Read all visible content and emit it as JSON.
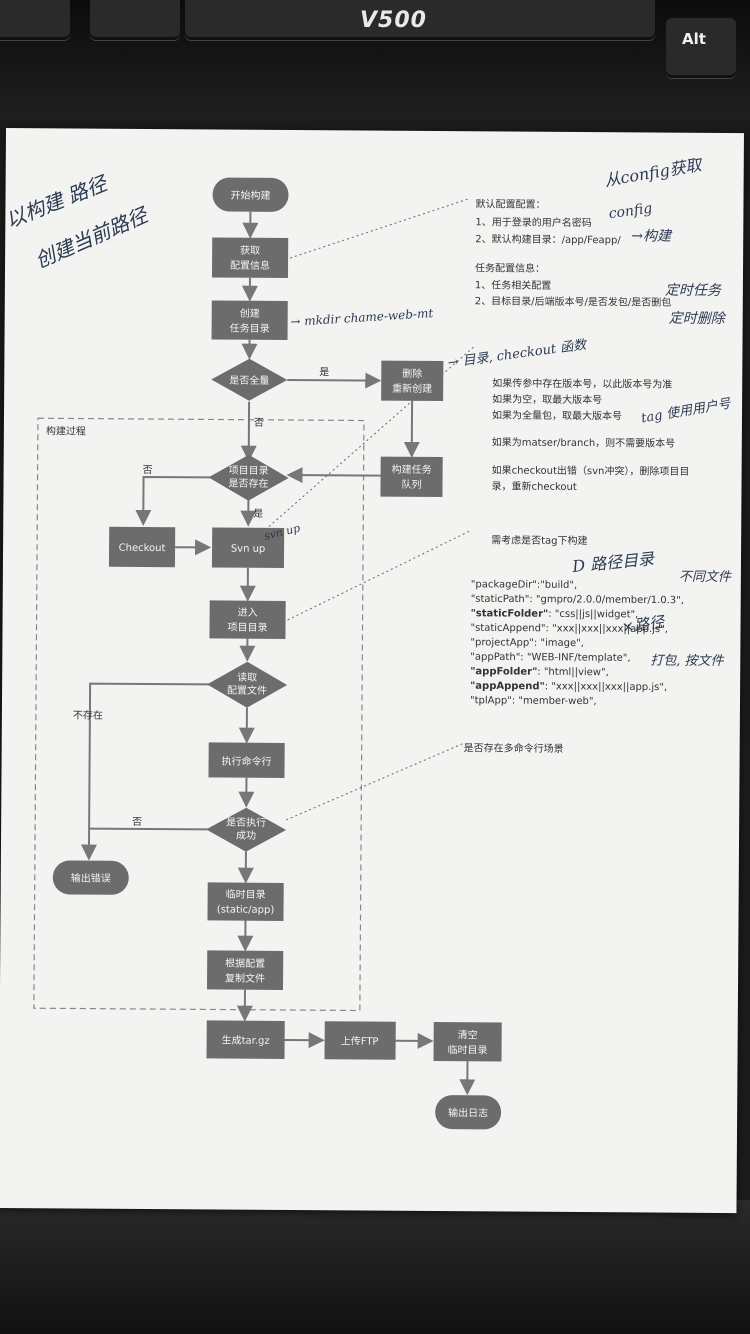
{
  "keyboard": {
    "brand": "V500",
    "alt_key": "Alt"
  },
  "flow": {
    "group_label": "构建过程",
    "nodes": {
      "start": "开始构建",
      "get_config_1": "获取",
      "get_config_2": "配置信息",
      "create_dir_1": "创建",
      "create_dir_2": "任务目录",
      "is_full": "是否全量",
      "delete_rebuild_1": "删除",
      "delete_rebuild_2": "重新创建",
      "build_queue_1": "构建任务",
      "build_queue_2": "队列",
      "dir_exists_1": "项目目录",
      "dir_exists_2": "是否存在",
      "checkout": "Checkout",
      "svn_up": "Svn up",
      "enter_dir_1": "进入",
      "enter_dir_2": "项目目录",
      "read_config_1": "读取",
      "read_config_2": "配置文件",
      "exec_cmd": "执行命令行",
      "exec_ok_1": "是否执行",
      "exec_ok_2": "成功",
      "output_error": "输出错误",
      "temp_dir_1": "临时目录",
      "temp_dir_2": "(static/app)",
      "copy_files_1": "根据配置",
      "copy_files_2": "复制文件",
      "gen_targz": "生成tar.gz",
      "upload_ftp": "上传FTP",
      "clear_temp_1": "清空",
      "clear_temp_2": "临时目录",
      "output_log": "输出日志"
    },
    "edge_labels": {
      "yes_full": "是",
      "no_full": "否",
      "no_exists": "否",
      "yes_exists": "是",
      "not_exists": "不存在",
      "no_exec": "否"
    }
  },
  "notes": {
    "default_config": {
      "title": "默认配置配置：",
      "lines": [
        "1、用于登录的用户名密码",
        "2、默认构建目录：/app/Feapp/"
      ]
    },
    "task_config": {
      "title": "任务配置信息：",
      "lines": [
        "1、任务相关配置",
        "2、目标目录/后端版本号/是否发包/是否删包"
      ]
    },
    "version_rules": [
      "如果传参中存在版本号，以此版本号为准",
      "如果为空，取最大版本号",
      "如果为全量包，取最大版本号",
      "如果为matser/branch，则不需要版本号",
      "如果checkout出错（svn冲突），删除项目目",
      "录，重新checkout"
    ],
    "tag_note": "需考虑是否tag下构建",
    "config_json": [
      {
        "key": "\"packageDir\"",
        "value": ":\"build\",",
        "bold": false
      },
      {
        "key": "\"staticPath\"",
        "value": ": \"gmpro/2.0.0/member/1.0.3\",",
        "bold": false
      },
      {
        "key": "\"staticFolder\"",
        "value": ": \"css||js||widget\",",
        "bold": true
      },
      {
        "key": "\"staticAppend\"",
        "value": ": \"xxx||xxx||xxx||app.js\",",
        "bold": false
      },
      {
        "key": "\"projectApp\"",
        "value": ": \"image\",",
        "bold": false
      },
      {
        "key": "\"appPath\"",
        "value": ": \"WEB-INF/template\",",
        "bold": false
      },
      {
        "key": "\"appFolder\"",
        "value": ": \"html||view\",",
        "bold": true
      },
      {
        "key": "\"appAppend\"",
        "value": ": \"xxx||xxx||xxx||app.js\",",
        "bold": true
      },
      {
        "key": "\"tplApp\"",
        "value": ": \"member-web\",",
        "bold": false
      }
    ],
    "multi_cmd": "是否存在多命令行场景"
  },
  "handwriting": {
    "top_left_1": "以构建 路径",
    "top_left_2": "创建当前路径",
    "config_fetch_1": "从config获取",
    "config_fetch_2": "config",
    "arrow_note": "→构建",
    "timer_1": "定时任务",
    "timer_2": "定时删除",
    "create_dir": "→ mkdir chame-web-mt",
    "checkout_note": "→ 目录, checkout 函数",
    "tag_note": "tag 使用用户号",
    "svn_note": "svn up",
    "build_dir": "D 路径目录",
    "right_1": "不同文件",
    "right_2": "×路径",
    "right_3": "打包, 按文件"
  },
  "colors": {
    "node": "#6c6c6c",
    "edge": "#777777",
    "paper": "#f3f3f1"
  }
}
